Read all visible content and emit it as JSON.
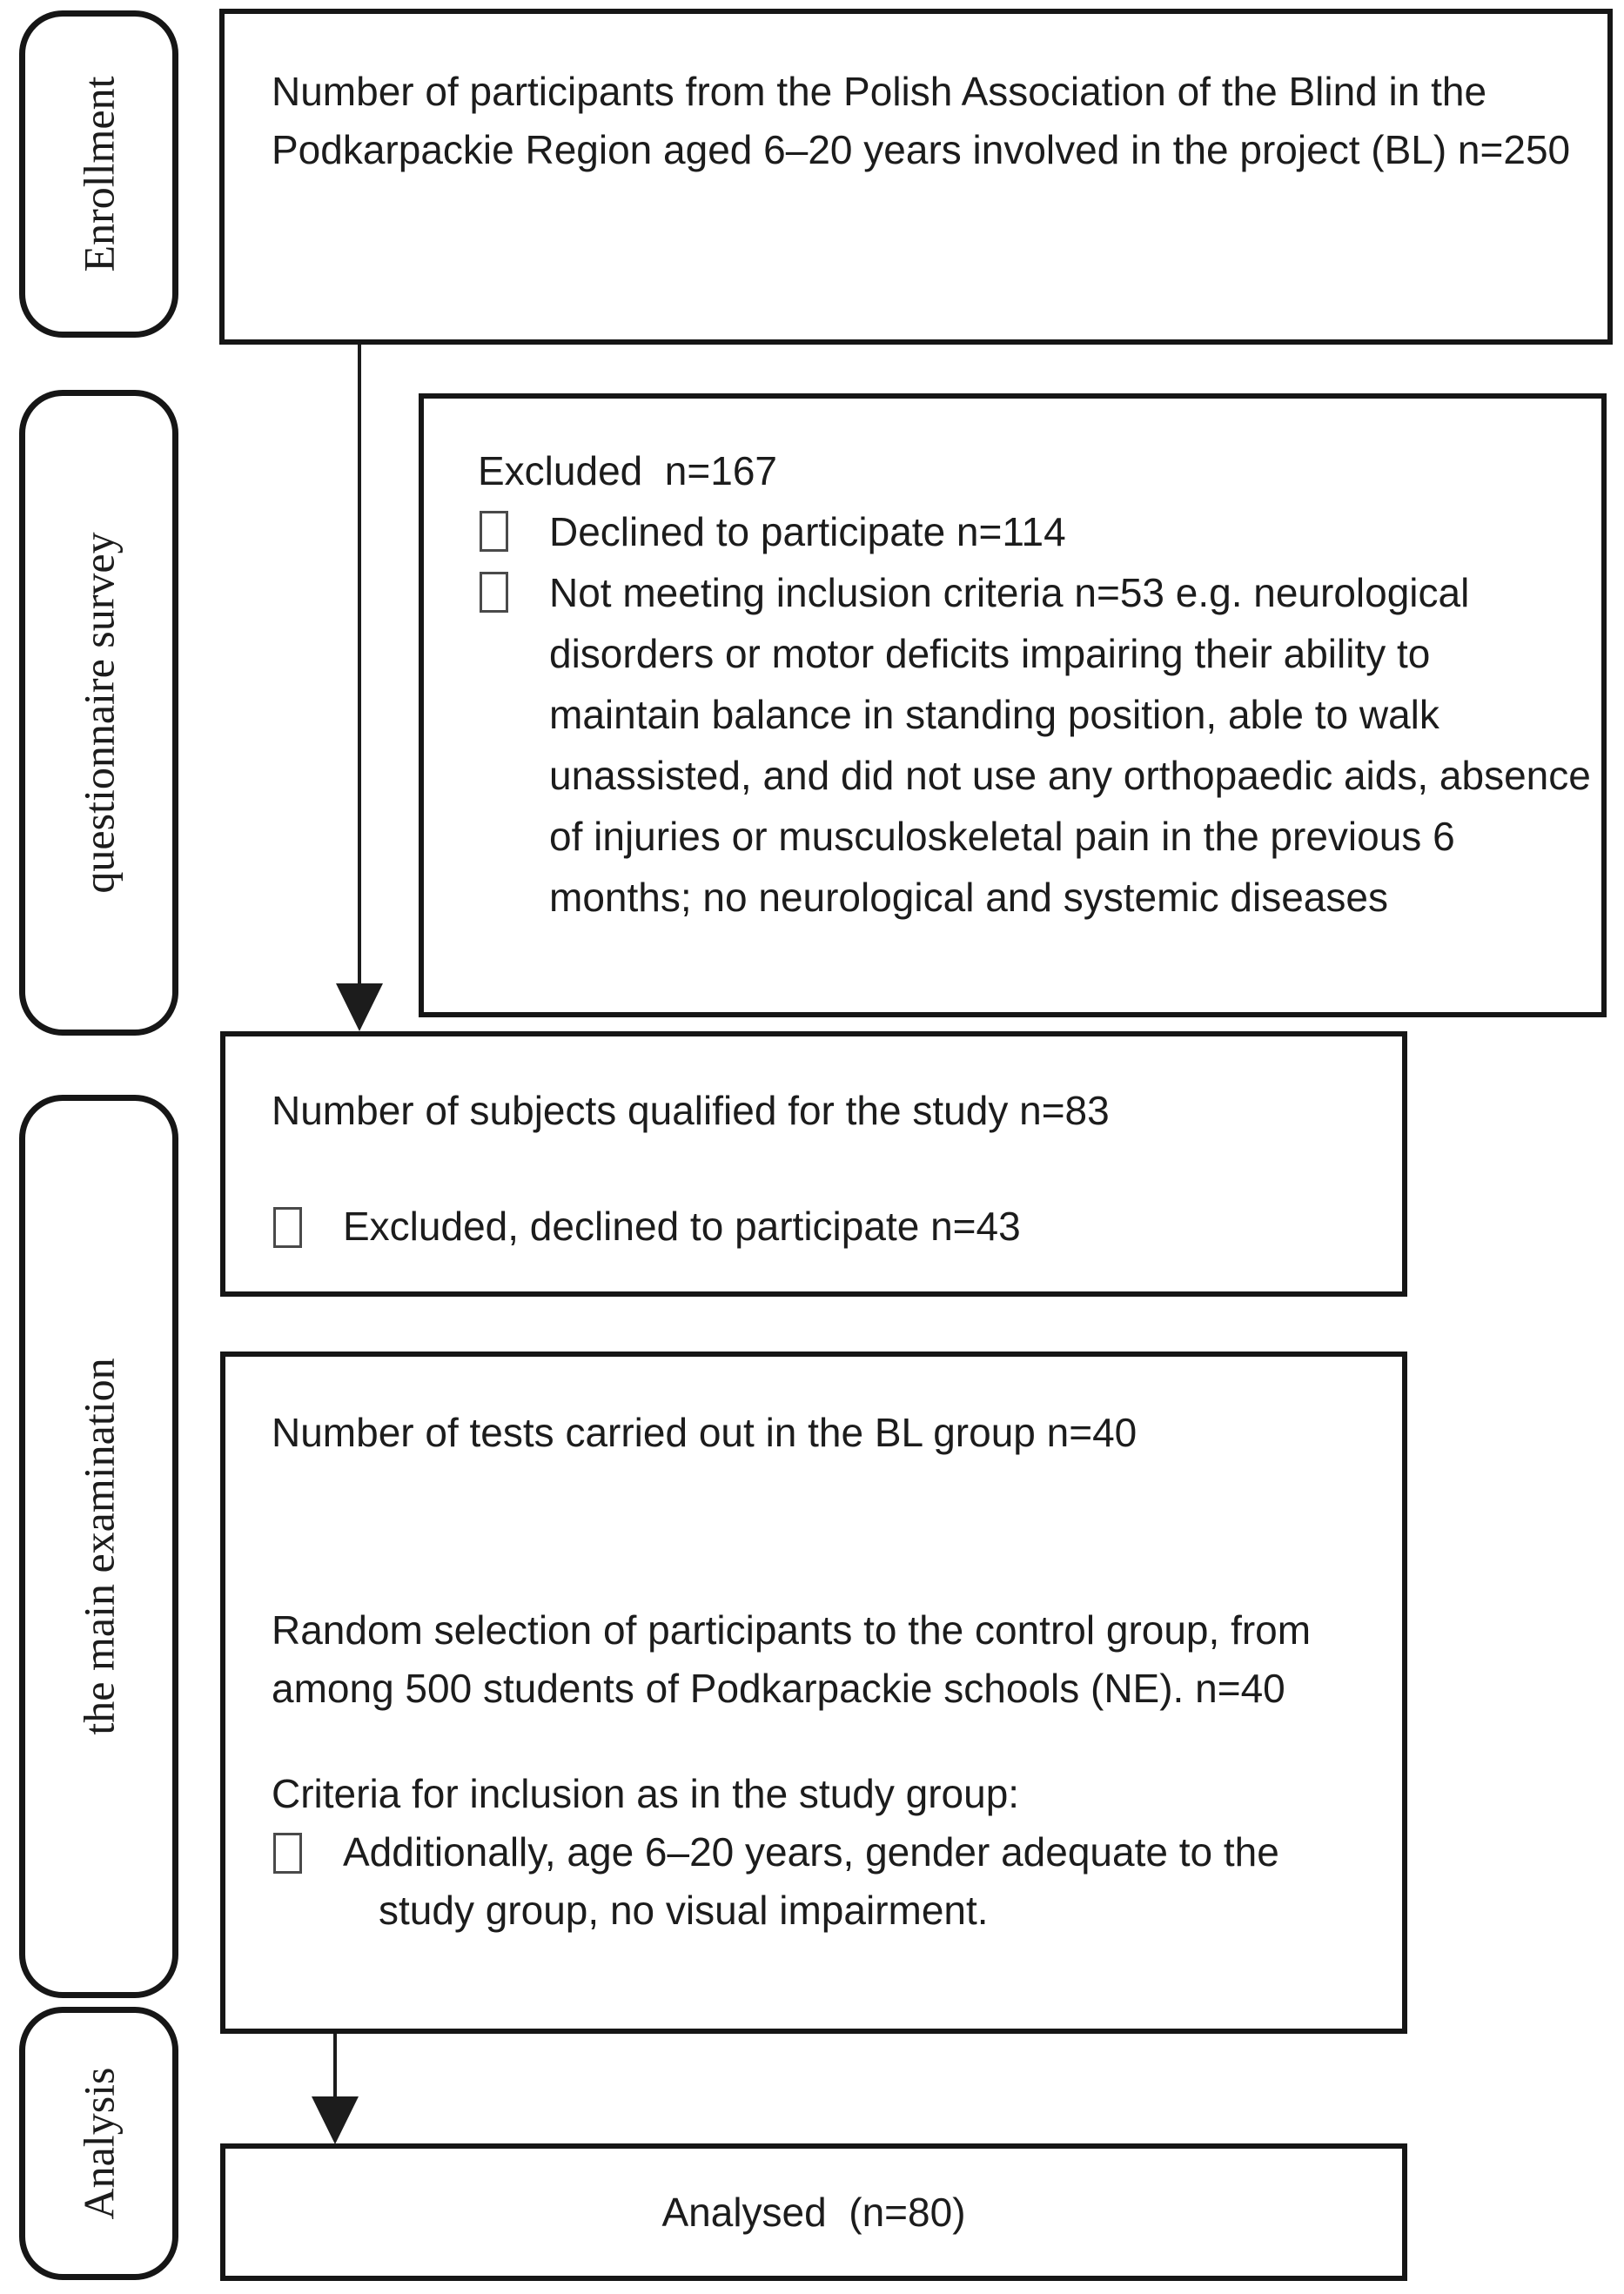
{
  "figure": {
    "stages": [
      {
        "label": "Enrollment"
      },
      {
        "label": "questionnaire survey"
      },
      {
        "label": "the main examination"
      },
      {
        "label": "Analysis"
      }
    ],
    "boxes": {
      "participants": {
        "text": "Number of participants from the Polish Association of the Blind in the Podkarpackie Region aged 6–20 years involved in the project (BL) n=250"
      },
      "excluded": {
        "title": "Excluded  n=167",
        "bullets": [
          "Declined to participate n=114",
          "Not meeting inclusion criteria n=53 e.g. neurological disorders or motor deficits impairing their ability to maintain balance in standing position, able to walk unassisted, and did not use any orthopaedic aids, absence of injuries or musculoskeletal pain in the previous 6 months; no neurological and systemic diseases"
        ]
      },
      "qualified": {
        "title": "Number of subjects qualified for the study n=83",
        "bullets": [
          "Excluded, declined to participate n=43"
        ]
      },
      "main_examination": {
        "tests_line": "Number of tests carried out in the BL group n=40",
        "random_selection": "Random selection of participants to the control group, from among 500 students of Podkarpackie schools (NE). n=40",
        "criteria_line": "Criteria for inclusion as in the study group:",
        "bullets": [
          "Additionally, age 6–20 years, gender adequate to the study group, no visual impairment."
        ]
      },
      "analysed": {
        "text": "Analysed  (n=80)"
      }
    }
  }
}
